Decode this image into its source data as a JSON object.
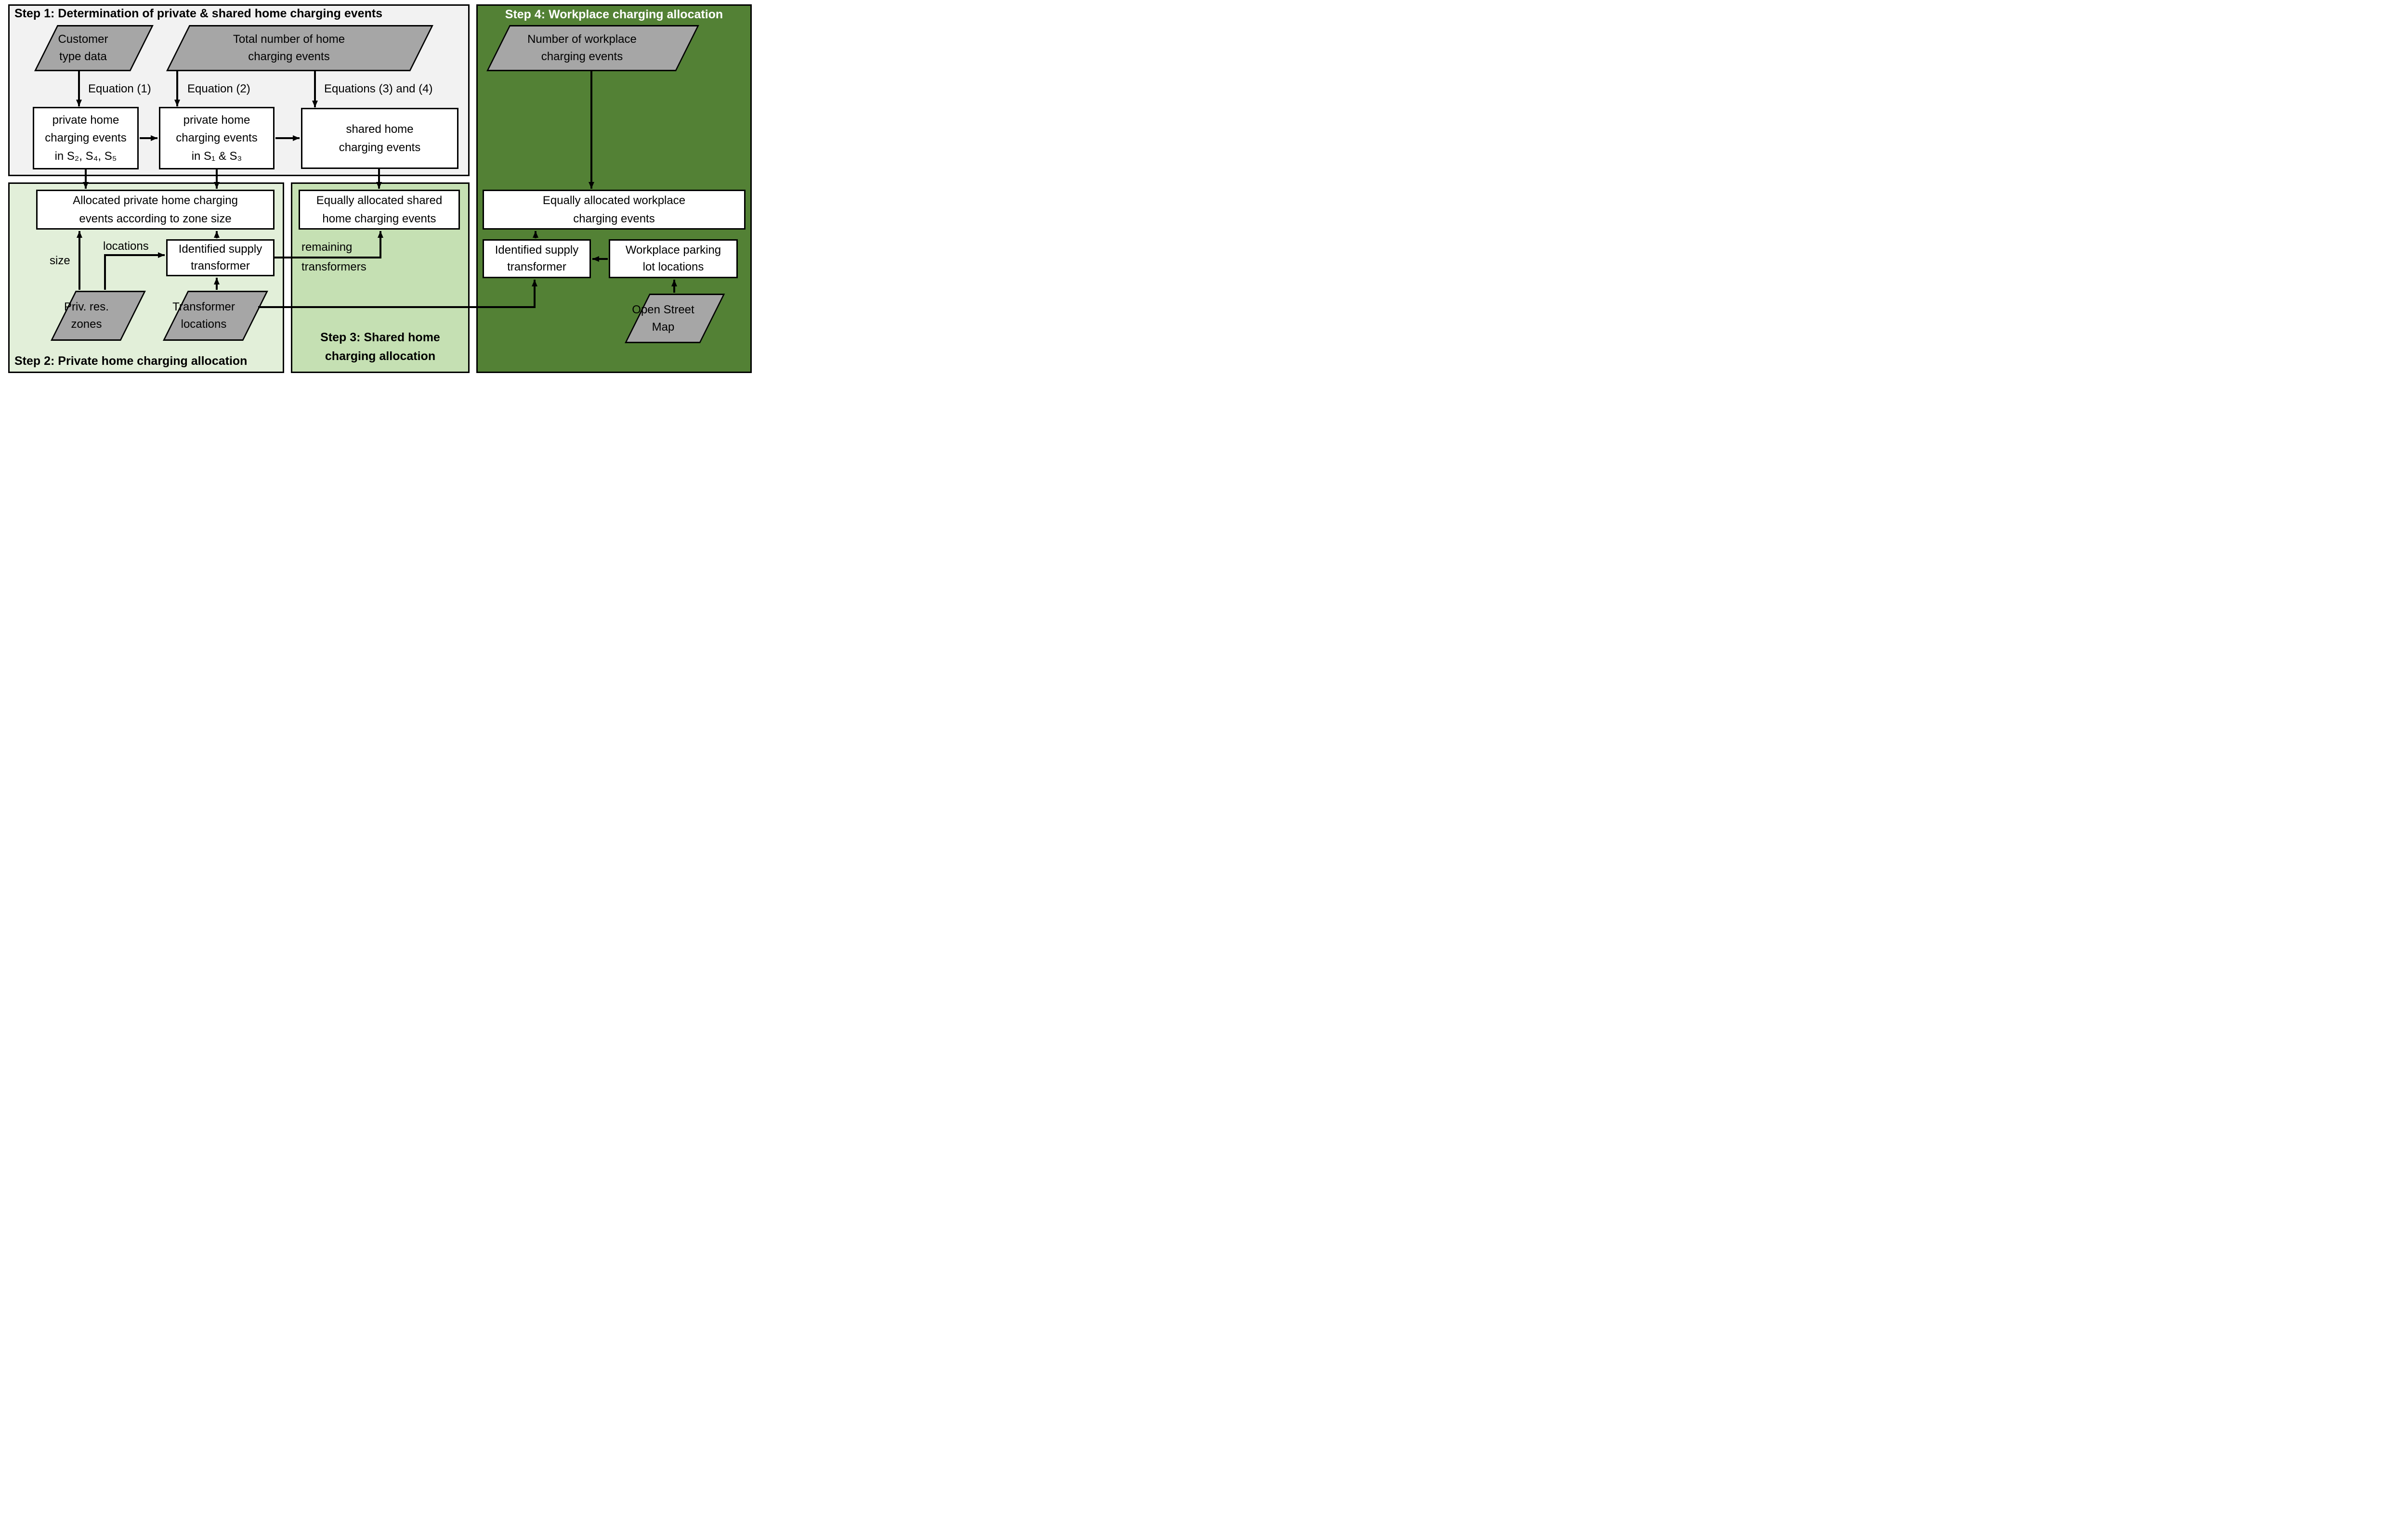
{
  "colors": {
    "step1_bg": "#f2f2f2",
    "step2_bg": "#e2efd9",
    "step3_bg": "#c5e0b3",
    "step4_bg": "#538135",
    "shape_gray": "#a6a6a6",
    "box_white": "#ffffff",
    "line_black": "#000000",
    "step4_title_color": "#ffffff"
  },
  "step1": {
    "title": "Step 1: Determination of private & shared home charging events",
    "nodes": {
      "customer_type_data": "Customer\ntype data",
      "total_home_events": "Total number of home\ncharging events",
      "private_s245": "private home\ncharging events\nin S₂, S₄, S₅",
      "private_s13": "private home\ncharging events\nin S₁ & S₃",
      "shared_home": "shared home\ncharging events"
    },
    "edge_labels": {
      "eq1": "Equation (1)",
      "eq2": "Equation (2)",
      "eq34": "Equations (3) and (4)"
    }
  },
  "step2": {
    "title": "Step 2: Private home charging allocation",
    "nodes": {
      "allocated_private": "Allocated private home charging\nevents according to zone size",
      "identified_supply": "Identified supply\ntransformer",
      "priv_res_zones": "Priv. res.\nzones",
      "transformer_locations": "Transformer\nlocations"
    },
    "edge_labels": {
      "size": "size",
      "locations": "locations"
    }
  },
  "step3": {
    "title": "Step 3: Shared home\ncharging allocation",
    "nodes": {
      "equally_shared": "Equally allocated shared\nhome charging events"
    },
    "edge_labels": {
      "remaining": "remaining",
      "transformers": "transformers"
    }
  },
  "step4": {
    "title": "Step 4: Workplace charging allocation",
    "nodes": {
      "num_workplace_events": "Number of workplace\ncharging events",
      "equally_workplace": "Equally allocated workplace\ncharging events",
      "identified_supply": "Identified supply\ntransformer",
      "workplace_parking": "Workplace parking\nlot locations",
      "open_street_map": "Open Street\nMap"
    }
  }
}
